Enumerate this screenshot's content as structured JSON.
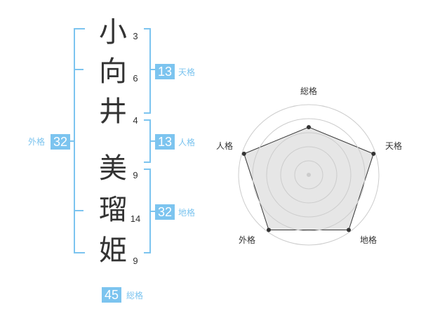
{
  "name": {
    "chars": [
      {
        "char": "小",
        "strokes": "3"
      },
      {
        "char": "向",
        "strokes": "6"
      },
      {
        "char": "井",
        "strokes": "4"
      },
      {
        "char": "美",
        "strokes": "9"
      },
      {
        "char": "瑠",
        "strokes": "14"
      },
      {
        "char": "姫",
        "strokes": "9"
      }
    ]
  },
  "kaku": {
    "tenkaku": {
      "value": "13",
      "label": "天格"
    },
    "jinkaku": {
      "value": "13",
      "label": "人格"
    },
    "chikaku": {
      "value": "32",
      "label": "地格"
    },
    "gaikaku": {
      "value": "32",
      "label": "外格"
    },
    "soukaku": {
      "value": "45",
      "label": "総格"
    }
  },
  "chart_data": {
    "type": "radar",
    "axes": [
      "総格",
      "天格",
      "地格",
      "外格",
      "人格"
    ],
    "values": [
      0.7,
      1.0,
      1.0,
      1.0,
      1.0
    ],
    "range": [
      0,
      1
    ],
    "rings": 5,
    "colors": {
      "fill": "#e6e6e6",
      "ring": "#cccccc",
      "line": "#333333",
      "accent": "#7cc4ef"
    }
  }
}
